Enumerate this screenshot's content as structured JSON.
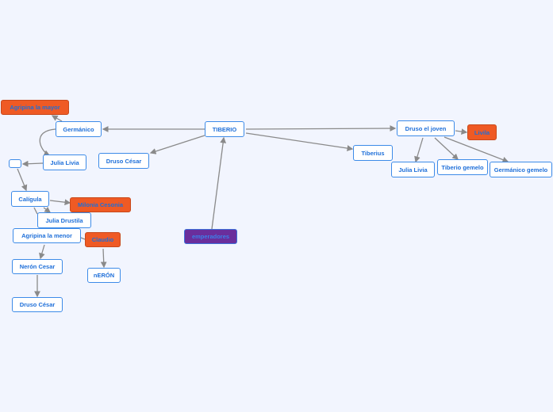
{
  "nodes": {
    "agripina_mayor": "Agripina la mayor",
    "germanico": "Germánico",
    "tiberio": "TIBERIO",
    "druso_cesar_top": "Druso César",
    "julia_livia_left": "Julia Livia",
    "empty": "",
    "caligula": "Calígula",
    "milonia": "Milonia Cesonia",
    "julia_drustila": "Julia Drustila",
    "agripina_menor": "Agripina la menor",
    "claudio": "Claudio",
    "neron_cesar": "Nerón Cesar",
    "neron": "nERÓN",
    "druso_cesar_bottom": "Druso César",
    "emperadores": "emperadores",
    "druso_joven": "Druso el joven",
    "livila": "Livila",
    "tiberius": "Tiberius",
    "julia_livia_right": "Julia Livia",
    "tiberio_gemelo": "Tiberio gemelo",
    "germanico_gemelo": "Germánico gemelo"
  },
  "colors": {
    "background": "#f2f5fe",
    "accent_orange": "#ef5a24",
    "accent_purple": "#6a2e9c",
    "node_border": "#3d8be8"
  }
}
